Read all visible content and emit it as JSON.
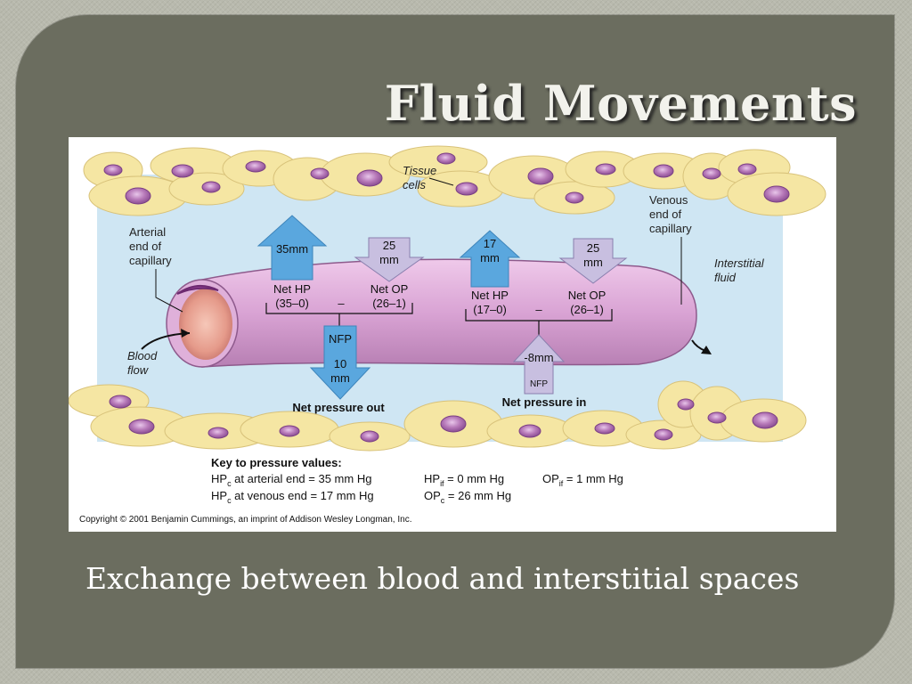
{
  "slide": {
    "title": "Fluid Movements",
    "caption": "Exchange between blood and interstitial spaces"
  },
  "figure": {
    "labels": {
      "tissue_cells_line1": "Tissue",
      "tissue_cells_line2": "cells",
      "arterial_line1": "Arterial",
      "arterial_line2": "end of",
      "arterial_line3": "capillary",
      "venous_line1": "Venous",
      "venous_line2": "end of",
      "venous_line3": "capillary",
      "interstitial_line1": "Interstitial",
      "interstitial_line2": "fluid",
      "blood_flow_line1": "Blood",
      "blood_flow_line2": "flow"
    },
    "arterial": {
      "hp_arrow": "35mm",
      "op_arrow_line1": "25",
      "op_arrow_line2": "mm",
      "net_hp": "Net HP",
      "net_hp_calc": "(35–0)",
      "minus": "–",
      "net_op": "Net OP",
      "net_op_calc": "(26–1)",
      "nfp_label": "NFP",
      "nfp_value_line1": "10",
      "nfp_value_line2": "mm",
      "result": "Net pressure out"
    },
    "venous": {
      "hp_arrow_line1": "17",
      "hp_arrow_line2": "mm",
      "op_arrow_line1": "25",
      "op_arrow_line2": "mm",
      "net_hp": "Net HP",
      "net_hp_calc": "(17–0)",
      "minus": "–",
      "net_op": "Net OP",
      "net_op_calc": "(26–1)",
      "nfp_value": "-8mm",
      "nfp_label": "NFP",
      "result": "Net pressure in"
    },
    "key": {
      "heading": "Key to pressure values:",
      "hpc_art_pre": "HP",
      "hpc_art_sub": "c",
      "hpc_art_post": " at arterial end = 35 mm Hg",
      "hpif_pre": "HP",
      "hpif_sub": "if",
      "hpif_post": " = 0 mm Hg",
      "opif_pre": "OP",
      "opif_sub": "if",
      "opif_post": " = 1 mm Hg",
      "hpc_ven_pre": "HP",
      "hpc_ven_sub": "c",
      "hpc_ven_post": " at venous end = 17 mm Hg",
      "opc_pre": "OP",
      "opc_sub": "c",
      "opc_post": " = 26 mm Hg"
    },
    "copyright": "Copyright © 2001 Benjamin Cummings, an imprint of Addison Wesley Longman, Inc."
  },
  "colors": {
    "panel": "#6b6d5f",
    "interstitial_bg": "#cfe6f3",
    "cell_fill": "#f5e6a3",
    "nucleus_fill": "#b678b8",
    "capillary_fill": "#d9a3d4",
    "arrow_blue": "#5aa7de",
    "arrow_lilac": "#c8bfe0"
  }
}
